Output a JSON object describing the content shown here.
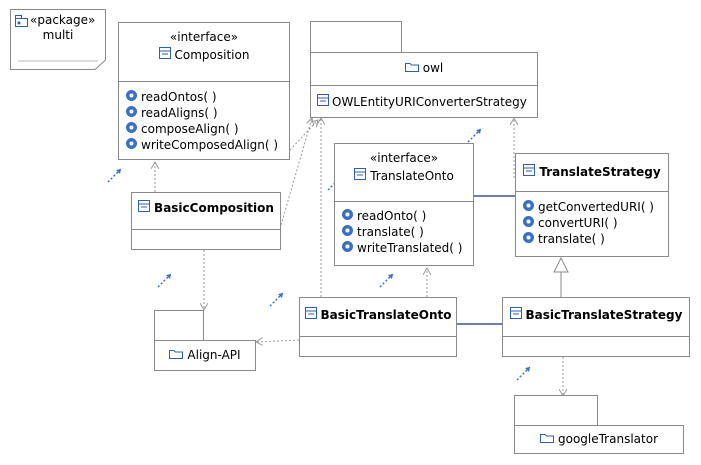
{
  "package": {
    "stereotype": "«package»",
    "name": "multi"
  },
  "classes": {
    "composition": {
      "stereotype": "«interface»",
      "name": "Composition",
      "operations": [
        "readOntos(  )",
        "readAligns(  )",
        "composeAlign(  )",
        "writeComposedAlign(  )"
      ]
    },
    "owl": {
      "name": "owl",
      "member": "OWLEntityURIConverterStrategy"
    },
    "translate_onto": {
      "stereotype": "«interface»",
      "name": "TranslateOnto",
      "operations": [
        "readOnto(  )",
        "translate(  )",
        "writeTranslated(  )"
      ]
    },
    "translate_strategy": {
      "name": "TranslateStrategy",
      "operations": [
        "getConvertedURI(  )",
        "convertURI(  )",
        "translate(  )"
      ]
    },
    "basic_composition": {
      "name": "BasicComposition"
    },
    "basic_translate_onto": {
      "name": "BasicTranslateOnto"
    },
    "basic_translate_strategy": {
      "name": "BasicTranslateStrategy"
    },
    "align_api": {
      "name": "Align-API"
    },
    "google_translator": {
      "name": "googleTranslator"
    }
  },
  "colors": {
    "border": "#8a8a8a",
    "association": "#1e2a8c",
    "dependency": "#9a9a9a",
    "operation_icon": "#3a6fc4",
    "class_icon": "#2f5fa8"
  }
}
